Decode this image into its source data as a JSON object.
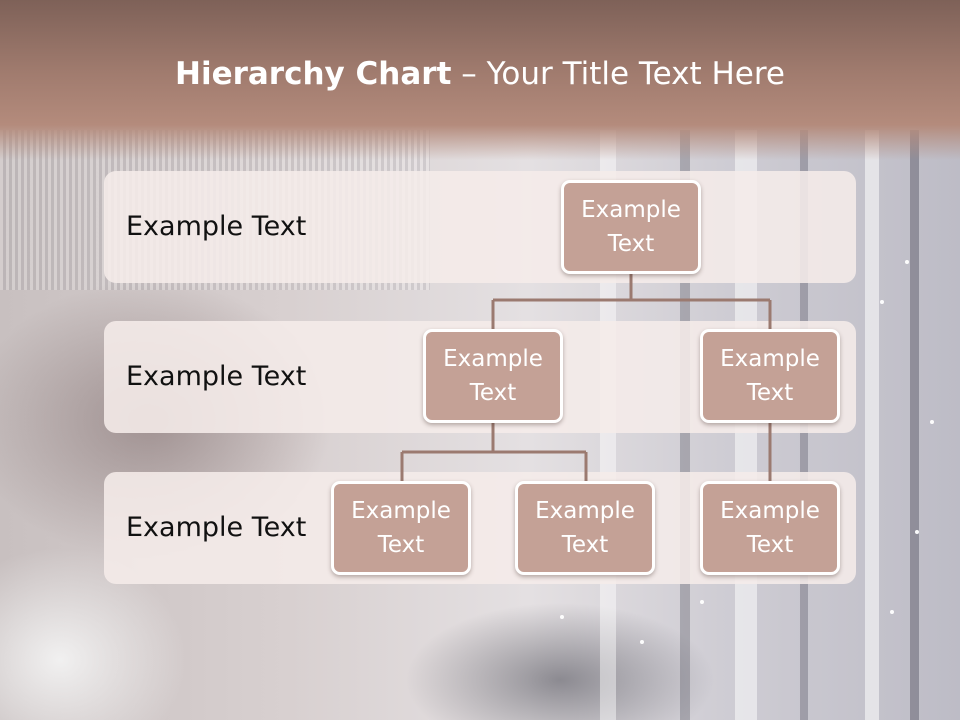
{
  "slide": {
    "title_bold": "Hierarchy Chart",
    "title_rest": " – Your Title Text Here"
  },
  "bands": [
    {
      "label": "Example Text"
    },
    {
      "label": "Example Text"
    },
    {
      "label": "Example Text"
    }
  ],
  "nodes": {
    "root": "Example\nText",
    "level2_left": "Example\nText",
    "level2_right": "Example\nText",
    "level3_a": "Example\nText",
    "level3_b": "Example\nText",
    "level3_c": "Example\nText"
  },
  "colors": {
    "node_fill": "#c4a196",
    "connector": "#9b7a70",
    "band_fill": "#f5ece9",
    "title_bar": "#a07b6e"
  }
}
